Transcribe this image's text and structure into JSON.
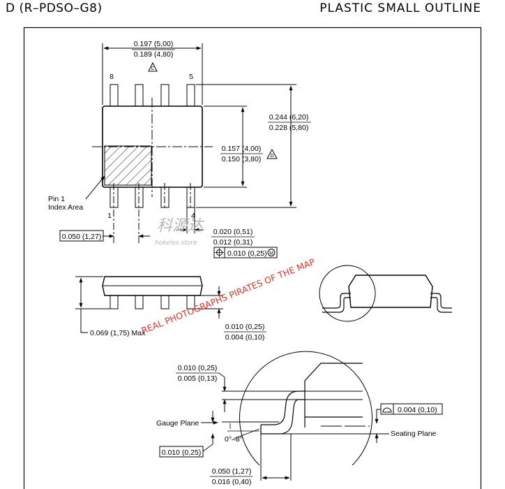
{
  "header": {
    "package_code": "D (R–PDSO–G8)",
    "package_type": "PLASTIC SMALL OUTLINE"
  },
  "top_view": {
    "body_length_max": "0.197 (5,00)",
    "body_length_min": "0.189 (4,80)",
    "body_length_note": "C",
    "pin_label_8": "8",
    "pin_label_5": "5",
    "pin_label_1": "1",
    "pin_label_4": "4",
    "overall_width_max": "0.244 (6,20)",
    "overall_width_min": "0.228 (5,80)",
    "body_width_max": "0.157 (4,00)",
    "body_width_min": "0.150 (3,80)",
    "body_width_note": "D",
    "pin1_label_line1": "Pin 1",
    "pin1_label_line2": "Index Area",
    "pitch": "0.050 (1,27)",
    "lead_width_max": "0.020 (0,51)",
    "lead_width_min": "0.012 (0,31)",
    "position_tolerance": "0.010 (0,25)",
    "position_modifier": "M"
  },
  "side_view": {
    "height_max": "0.069 (1,75) Max",
    "standoff_max": "0.010 (0,25)",
    "standoff_min": "0.004 (0,10)"
  },
  "detail_view": {
    "lead_thickness_max": "0.010 (0,25)",
    "lead_thickness_min": "0.005 (0,13)",
    "gauge_plane_label": "Gauge Plane",
    "gauge_offset": "0.010 (0,25)",
    "angle": "0°–8°",
    "foot_length_max": "0.050 (1,27)",
    "foot_length_min": "0.016 (0,40)",
    "flatness": "0.004 (0,10)",
    "seating_plane_label": "Seating Plane"
  },
  "watermarks": {
    "cn_text": "科源达",
    "url_text": "hokeles store",
    "red_text": "REAL PHOTOGRAPHS PIRATES OF THE MAP"
  }
}
